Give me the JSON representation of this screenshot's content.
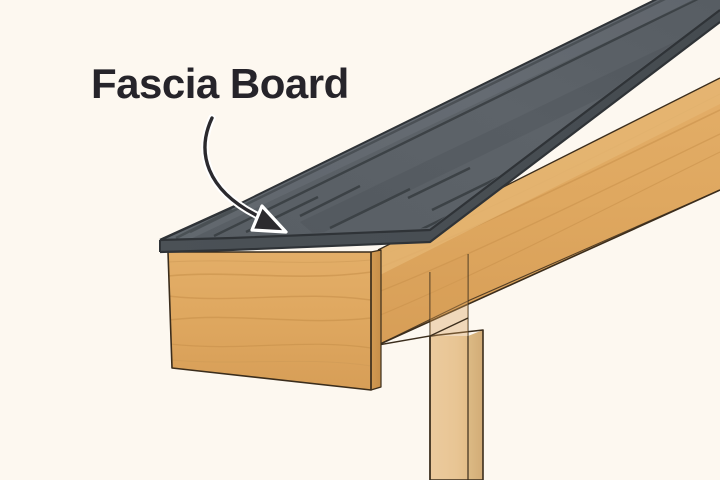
{
  "illustration": {
    "title": "Fascia Board diagram",
    "subject": "roof eave with fascia board, shingles, beam and post",
    "background_color": "#fdf8f0"
  },
  "annotation": {
    "label": "Fascia Board",
    "label_color": "#26242a",
    "pointer": {
      "name": "curved-arrow",
      "color": "#2b2a2e",
      "outline_color": "#ffffff",
      "points_to": "fascia-board-top-edge"
    }
  },
  "parts": {
    "roof": {
      "name": "shingle-roof",
      "material": "asphalt shingles",
      "color": "#5b6166",
      "shadow_color": "#4d5358",
      "edge_color": "#2f3337",
      "seam_color": "#3c4145"
    },
    "fascia": {
      "name": "fascia-board",
      "material": "wood",
      "face_color": "#dfa860",
      "grain_color": "#c8914b",
      "edge_color": "#c89758",
      "outline_color": "#3b2d1c"
    },
    "beam": {
      "name": "support-beam",
      "material": "wood",
      "face_color": "#dfa860",
      "side_color": "#cf9550",
      "grain_color": "#c8914b",
      "outline_color": "#3b2d1c"
    },
    "post": {
      "name": "vertical-post",
      "material": "wood",
      "face_color": "#ecca9c",
      "side_color": "#d8b681",
      "outline_color": "#3b2d1c"
    }
  }
}
